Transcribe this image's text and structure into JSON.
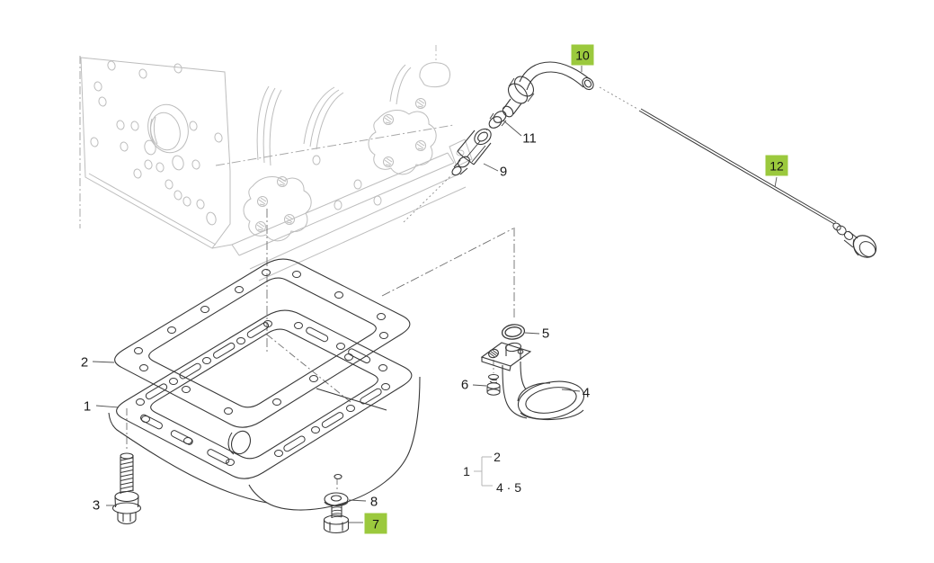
{
  "colors": {
    "highlight": "#9bc93d",
    "line": "#383838",
    "phantom": "#bdbdbd",
    "text": "#1a1a1a"
  },
  "callouts": {
    "n1": "1",
    "n2": "2",
    "n3": "3",
    "n4": "4",
    "n5": "5",
    "n6": "6",
    "n7": "7",
    "n8": "8",
    "n9": "9",
    "n10": "10",
    "n11": "11",
    "n12": "12"
  },
  "highlighted_callouts": [
    "7",
    "10",
    "12"
  ],
  "reference_list": {
    "parent": "1",
    "child_top": "2",
    "child_bottom": "4 · 5"
  }
}
